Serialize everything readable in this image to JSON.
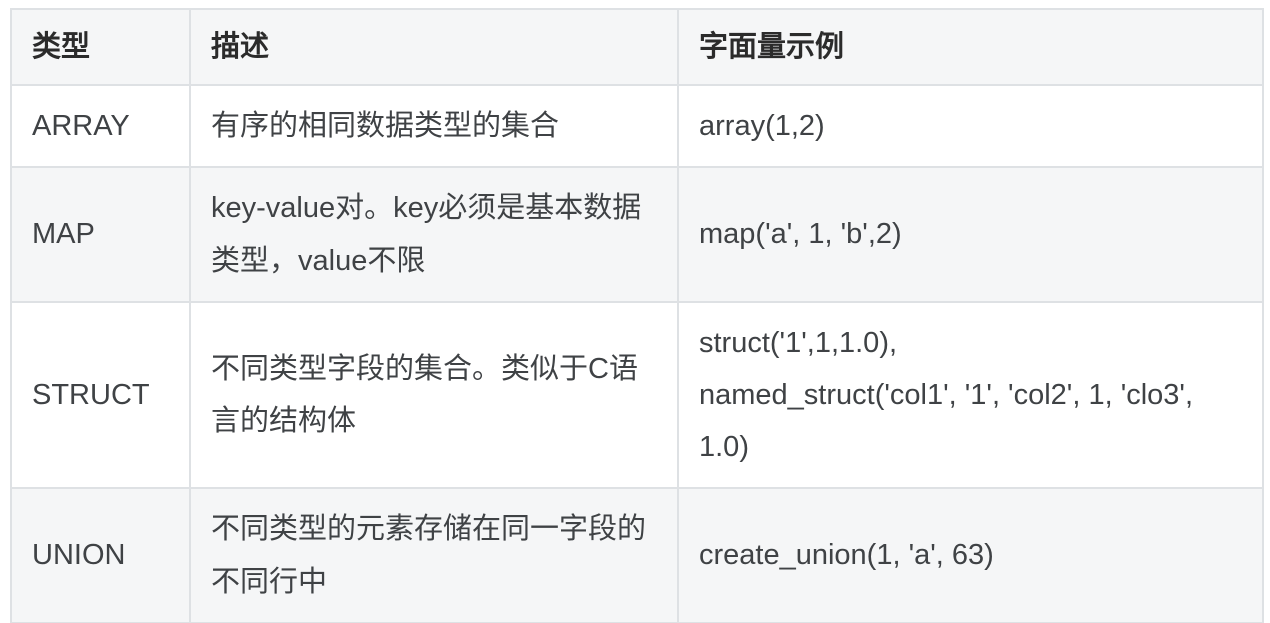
{
  "table": {
    "columns": [
      {
        "label": "类型"
      },
      {
        "label": "描述"
      },
      {
        "label": "字面量示例"
      }
    ],
    "rows": [
      {
        "type": "ARRAY",
        "description": "有序的相同数据类型的集合",
        "literal": "array(1,2)"
      },
      {
        "type": "MAP",
        "description": "key-value对。key必须是基本数据类型，value不限",
        "literal": "map('a', 1, 'b',2)"
      },
      {
        "type": "STRUCT",
        "description": "不同类型字段的集合。类似于C语言的结构体",
        "literal": "struct('1',1,1.0),\nnamed_struct('col1', '1', 'col2', 1, 'clo3', 1.0)"
      },
      {
        "type": "UNION",
        "description": "不同类型的元素存储在同一字段的不同行中",
        "literal": "create_union(1, 'a', 63)"
      }
    ],
    "colors": {
      "header_bg": "#f5f6f7",
      "alt_row_bg": "#f5f6f7",
      "border": "#dee1e4",
      "header_text": "#2b2b2b",
      "body_text": "#3f4245"
    }
  }
}
